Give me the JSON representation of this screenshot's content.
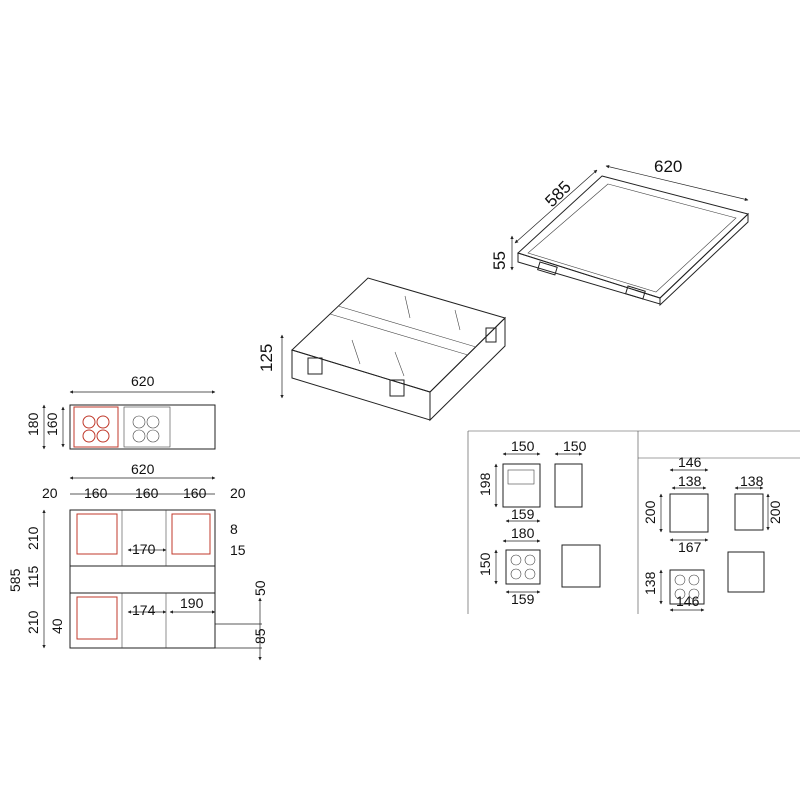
{
  "lid": {
    "width": "620",
    "depth": "585",
    "height": "55"
  },
  "case": {
    "height": "125"
  },
  "front_view": {
    "width": "620",
    "height_outer": "180",
    "height_inner": "160"
  },
  "top_view": {
    "width": "620",
    "cols": [
      "20",
      "160",
      "160",
      "160",
      "20"
    ],
    "rows_left": [
      "210",
      "115",
      "210",
      "40"
    ],
    "total_depth": "585",
    "inner_a": "170",
    "inner_b": "174",
    "inner_c": "190",
    "right_8": "8",
    "right_15": "15",
    "right_50": "50",
    "right_85": "85"
  },
  "fixture_a": {
    "w_top": "150",
    "w_side": "150",
    "h_front": "198",
    "w_mid": "159",
    "w_bot": "180",
    "h_top": "150",
    "w_top2": "159"
  },
  "fixture_b": {
    "w_top": "146",
    "w_top_inner": "138",
    "w_side": "138",
    "h_front": "200",
    "h_side": "200",
    "w_bot": "167",
    "h_top": "138",
    "w_top2": "146"
  }
}
